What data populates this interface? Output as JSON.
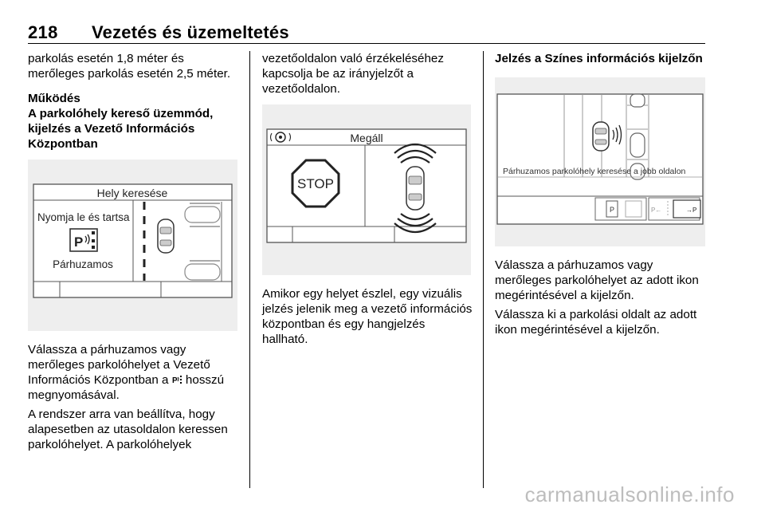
{
  "header": {
    "page_number": "218",
    "title": "Vezetés és üzemeltetés"
  },
  "col1": {
    "intro": "parkolás esetén 1,8 méter és merőleges parkolás esetén 2,5 méter.",
    "heading1": "Működés",
    "heading2": "A parkolóhely kereső üzemmód, kijelzés a Vezető Információs Központban",
    "figure": {
      "title": "Hely keresése",
      "instruction": "Nyomja le és tartsa",
      "mode": "Párhuzamos"
    },
    "para1_before_icon": "Válassza a párhuzamos vagy merőleges parkolóhelyet a Vezető Információs Központban a",
    "para1_after_icon": "hosszú megnyomásával.",
    "para2": "A rendszer arra van beállítva, hogy alapesetben az utasoldalon keressen parkolóhelyet. A parkolóhelyek"
  },
  "col2": {
    "intro": "vezetőoldalon való érzékeléséhez kapcsolja be az irányjelzőt a vezetőoldalon.",
    "figure": {
      "title": "Megáll",
      "stop_sign": "STOP"
    },
    "para1": "Amikor egy helyet észlel, egy vizuális jelzés jelenik meg a vezető információs központban és egy hangjelzés hallható."
  },
  "col3": {
    "heading": "Jelzés a Színes információs kijelzőn",
    "figure": {
      "caption": "Párhuzamos parkolóhely keresése a jobb oldalon"
    },
    "para1": "Válassza a párhuzamos vagy merőleges parkolóhelyet az adott ikon megérintésével a kijelzőn.",
    "para2": "Válassza ki a parkolási oldalt az adott ikon megérintésével a kijelzőn."
  },
  "watermark": "carmanualsonline.info",
  "icons": [
    "parking-assist-icon",
    "steering-wheel-icon",
    "stop-sign-icon",
    "car-icon",
    "sensor-arcs-icon"
  ]
}
